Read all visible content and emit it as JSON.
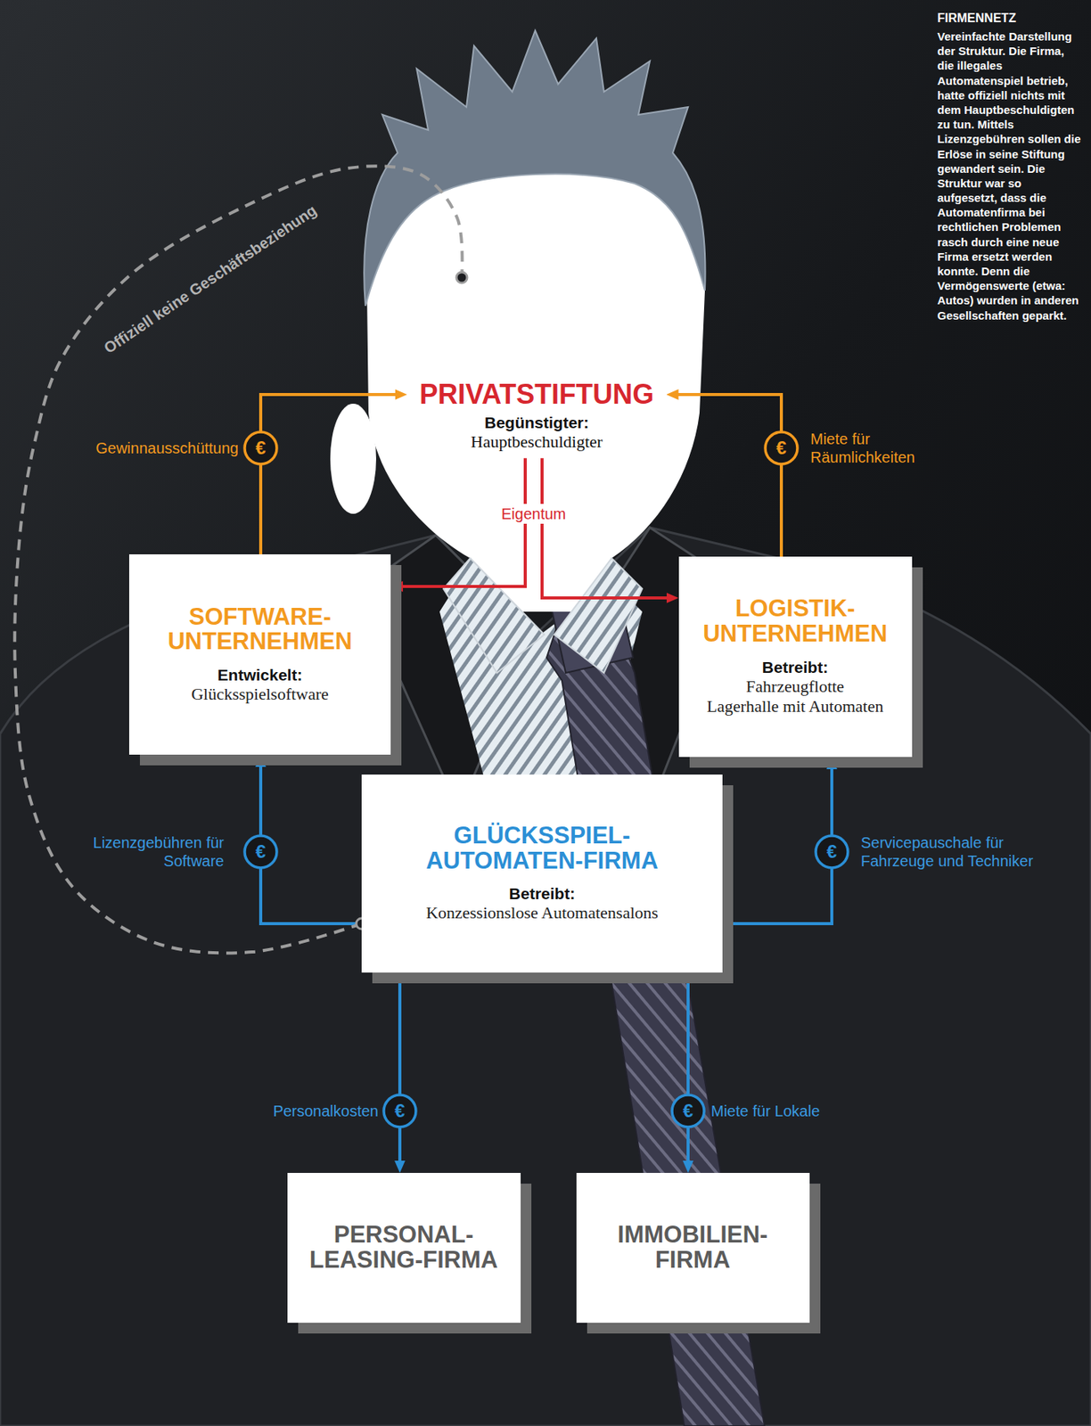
{
  "diagram": {
    "title": "FIRMENNETZ",
    "caption": "Vereinfachte Darstellung der Struktur. Die Firma, die illegales Automatenspiel betrieb, hatte offiziell nichts mit dem Hauptbeschuldigten zu tun. Mittels Lizenzgebühren sollen die Erlöse in seine Stiftung gewandert sein. Die Struktur war so aufgesetzt, dass die Automatenfirma bei rechtlichen Problemen rasch durch eine neue Firma ersetzt werden konnte. Denn die Vermögenswerte (etwa: Autos) wurden in anderen Gesellschaften geparkt.",
    "nodes": [
      {
        "text": [
          "PRIVATSTIFTUNG",
          "Begünstigter:",
          "Hauptbeschuldigter"
        ]
      },
      {
        "text": [
          "SOFTWARE- UNTERNEHMEN",
          "Entwickelt:",
          "Glücksspielsoftware"
        ]
      },
      {
        "text": [
          "LOGISTIK- UNTERNEHMEN",
          "Betreibt:",
          "Fahrzeugflotte",
          "Lagerhalle mit Automaten"
        ]
      },
      {
        "text": [
          "GLÜCKSSPIEL- AUTOMATEN-FIRMA",
          "Betreibt:",
          "Konzessionslose Automatensalons"
        ]
      },
      {
        "text": [
          "PERSONAL- LEASING-FIRMA"
        ]
      },
      {
        "text": [
          "IMMOBILIEN- FIRMA"
        ]
      }
    ],
    "edges": [
      {
        "from": 1,
        "to": 0,
        "arrow": "to",
        "label": "Gewinnausschüttung"
      },
      {
        "from": 2,
        "to": 0,
        "arrow": "to",
        "label": "Miete für Räumlichkeiten"
      },
      {
        "from": 0,
        "to": 1,
        "arrow": "to",
        "label": "Eigentum"
      },
      {
        "from": 0,
        "to": 2,
        "arrow": "to"
      },
      {
        "from": 3,
        "to": 1,
        "arrow": "to",
        "label": "Lizenzgebühren für Software"
      },
      {
        "from": 3,
        "to": 2,
        "arrow": "to",
        "label": "Servicepauschale für Fahrzeuge und Techniker"
      },
      {
        "from": 3,
        "to": 4,
        "arrow": "to",
        "label": "Personalkosten"
      },
      {
        "from": 3,
        "to": 5,
        "arrow": "to",
        "label": "Miete für Lokale"
      },
      {
        "from": 3,
        "to": 0,
        "arrow": "none",
        "label": "Offiziell keine Geschäftsbeziehung"
      }
    ],
    "labels": [
      "€",
      "€",
      "€",
      "€",
      "€",
      "€"
    ]
  }
}
